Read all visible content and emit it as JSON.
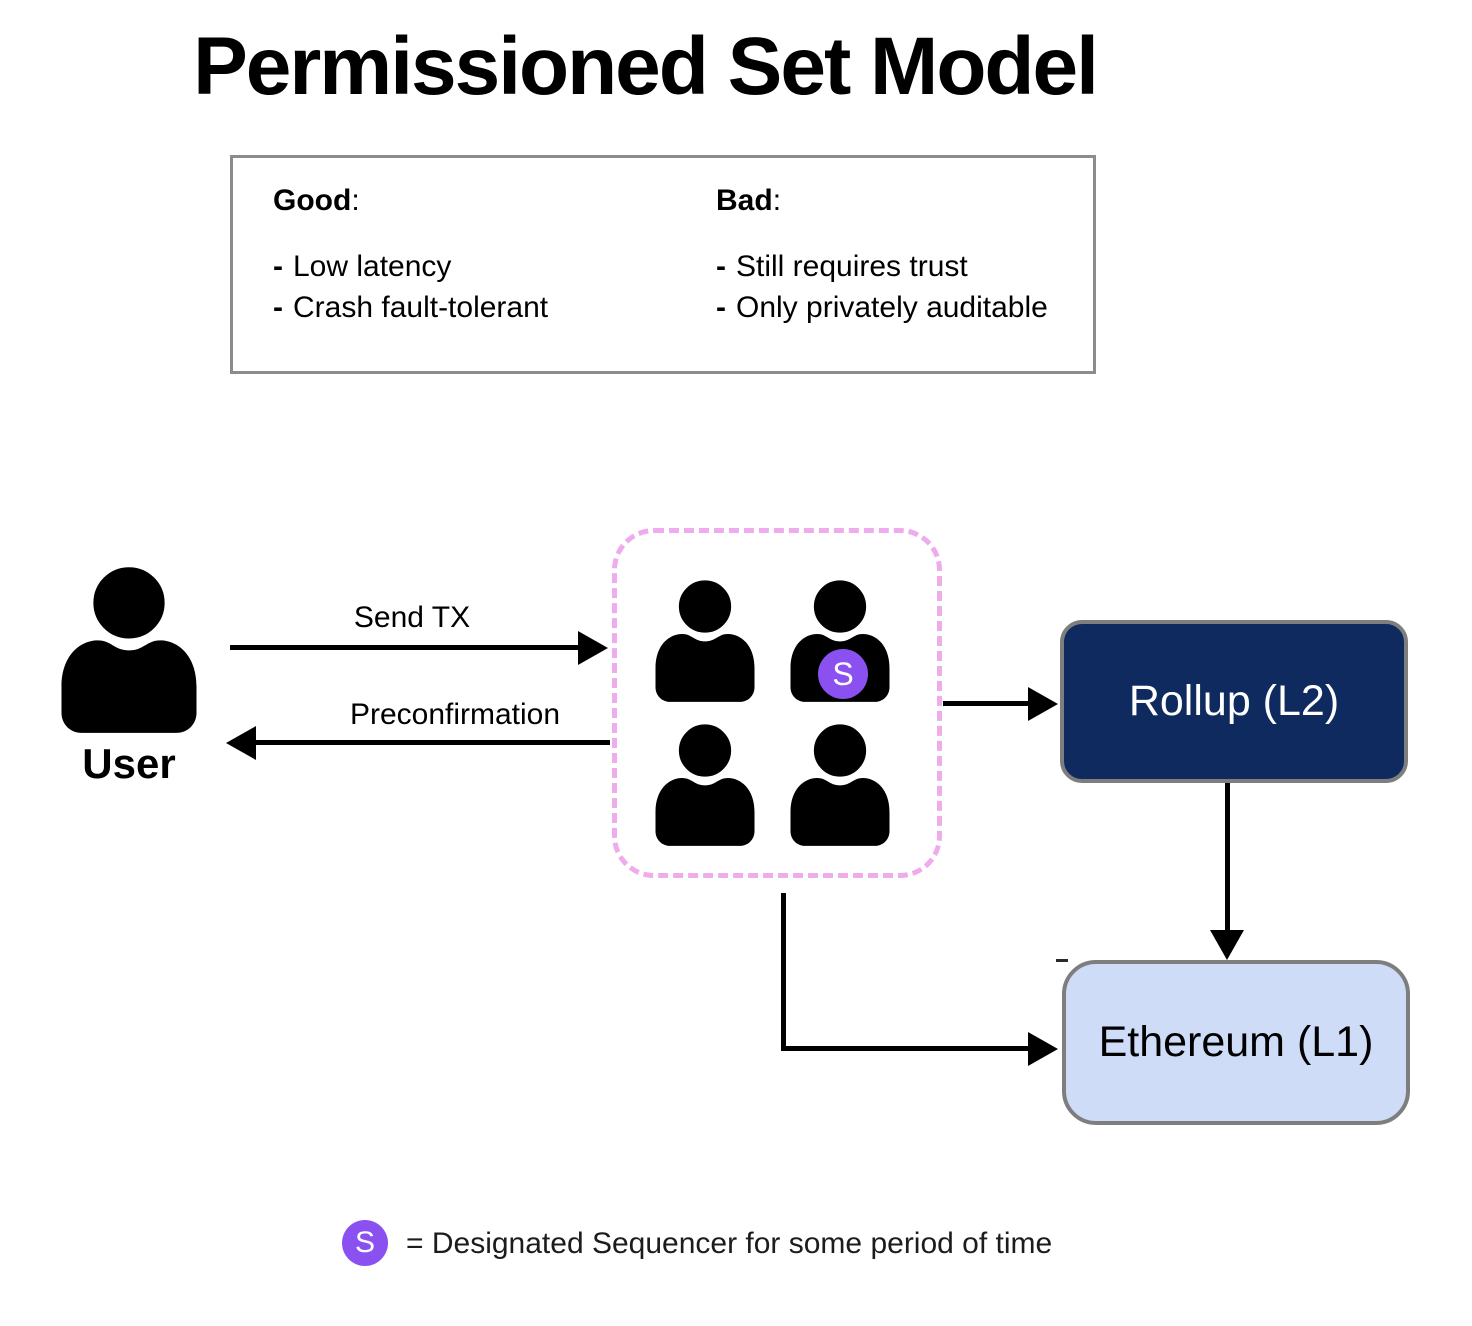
{
  "title": "Permissioned Set Model",
  "pros_cons": {
    "bullet": "-",
    "colon": ":",
    "good": {
      "heading": "Good",
      "items": [
        "Low latency",
        "Crash fault-tolerant"
      ]
    },
    "bad": {
      "heading": "Bad",
      "items": [
        "Still requires trust",
        "Only privately auditable"
      ]
    }
  },
  "actors": {
    "user_label": "User"
  },
  "flows": {
    "send_tx": "Send TX",
    "preconfirmation": "Preconfirmation"
  },
  "nodes": {
    "rollup": "Rollup (L2)",
    "ethereum": "Ethereum (L1)"
  },
  "sequencer_badge": "S",
  "legend": {
    "badge": "S",
    "text": "= Designated Sequencer for some period of time"
  },
  "colors": {
    "navy": "#0f2a5e",
    "light_blue": "#cedcf8",
    "purple": "#8a51f0",
    "pink": "#eeaced",
    "node_border": "#7e7e7e",
    "infobox_border": "#8c8c8c"
  }
}
